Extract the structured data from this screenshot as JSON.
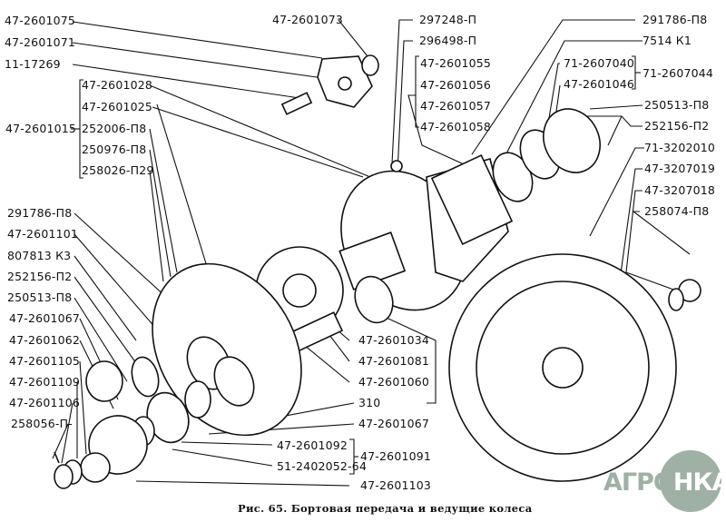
{
  "figure": {
    "caption": "Рис. 65. Бортовая передача и ведущие колеса"
  },
  "labels": {
    "left": [
      "47-2601075",
      "47-2601071",
      "11-17269",
      "47-2601015",
      "291786-П8",
      "47-2601101",
      "807813 К3",
      "252156-П2",
      "250513-П8",
      "47-2601067",
      "47-2601062",
      "47-2601105",
      "47-2601109",
      "47-2601106",
      "258056-П-"
    ],
    "group_2601015": [
      "47-2601028",
      "47-2601025",
      "252006-П8",
      "250976-П8",
      "258026-П29"
    ],
    "top_center": [
      "47-2601073",
      "297248-П",
      "296498-П"
    ],
    "group_center": [
      "47-2601055",
      "47-2601056",
      "47-2601057",
      "47-2601058"
    ],
    "right": [
      "291786-П8",
      "7514 К1",
      "71-2607040",
      "47-2601046",
      "71-2607044",
      "250513-П8",
      "252156-П2",
      "71-3202010",
      "47-3207019",
      "47-3207018",
      "258074-П8"
    ],
    "bottom_center": [
      "47-2601034",
      "47-2601081",
      "47-2601060",
      "310",
      "47-2601067",
      "47-2601092",
      "51-2402052-64",
      "47-2601091",
      "47-2601103"
    ]
  },
  "watermark": {
    "text_left": "АГРО",
    "text_right": "НКА"
  }
}
